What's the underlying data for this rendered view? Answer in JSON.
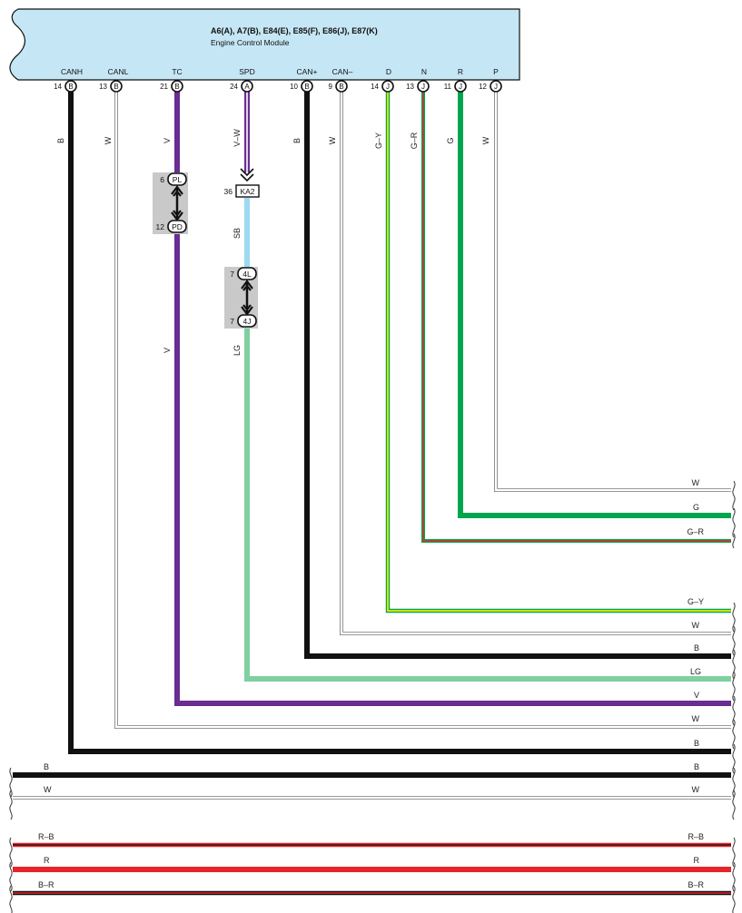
{
  "module": {
    "title": "A6(A), A7(B), E84(E), E85(F), E86(J), E87(K)",
    "subtitle": "Engine Control Module"
  },
  "pins": [
    {
      "name": "CANH",
      "num": "14",
      "conn": "B",
      "color": "B"
    },
    {
      "name": "CANL",
      "num": "13",
      "conn": "B",
      "color": "W"
    },
    {
      "name": "TC",
      "num": "21",
      "conn": "B",
      "color": "V"
    },
    {
      "name": "SPD",
      "num": "24",
      "conn": "A",
      "color": "V–W"
    },
    {
      "name": "CAN+",
      "num": "10",
      "conn": "B",
      "color": "B"
    },
    {
      "name": "CAN–",
      "num": "9",
      "conn": "B",
      "color": "W"
    },
    {
      "name": "D",
      "num": "14",
      "conn": "J",
      "color": "G–Y"
    },
    {
      "name": "N",
      "num": "13",
      "conn": "J",
      "color": "G–R"
    },
    {
      "name": "R",
      "num": "11",
      "conn": "J",
      "color": "G"
    },
    {
      "name": "P",
      "num": "12",
      "conn": "J",
      "color": "W"
    }
  ],
  "connectors": {
    "tc_pair": {
      "top_num": "6",
      "top_code": "PL",
      "bottom_num": "12",
      "bottom_code": "PD"
    },
    "spd_junction": {
      "num": "36",
      "code": "KA2"
    },
    "spd_pair": {
      "top_num": "7",
      "top_code": "4L",
      "bottom_num": "7",
      "bottom_code": "4J"
    }
  },
  "segment_labels": {
    "tc_lower": "V",
    "spd_mid": "SB",
    "spd_lower": "LG"
  },
  "right_labels": [
    "W",
    "G",
    "G–R",
    "G–Y",
    "W",
    "B",
    "LG",
    "V",
    "W",
    "B"
  ],
  "bottom_wires": [
    {
      "left": "B",
      "right": "B"
    },
    {
      "left": "W",
      "right": "W"
    },
    {
      "left": "R–B",
      "right": "R–B"
    },
    {
      "left": "R",
      "right": "R"
    },
    {
      "left": "B–R",
      "right": "B–R"
    }
  ],
  "colors": {
    "module_fill": "#c5e6f5",
    "black": "#111111",
    "violet": "#6a2d91",
    "green": "#00a64f",
    "light_green": "#7fcf9f",
    "sky_blue": "#9ed8f2",
    "red": "#e8252a",
    "yellow": "#f0e800",
    "connector_bg": "#c9c9c9"
  }
}
